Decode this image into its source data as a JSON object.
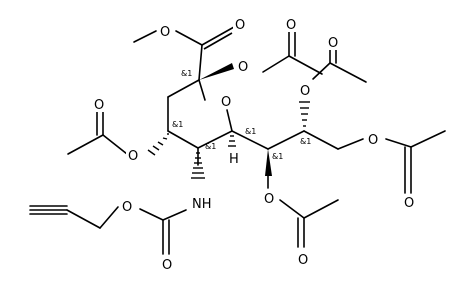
{
  "atoms": {
    "ring_oxygen": "O",
    "ester_o_methyl": "O",
    "ester_carbonyl_o": "O",
    "c2_acetoxy_o": "O",
    "c2_acetyl_carbonyl_o": "O",
    "c4_acetoxy_o": "O",
    "c4_acetyl_carbonyl_o": "O",
    "c8_acetoxy_o": "O",
    "c8_acetyl_carbonyl_o": "O",
    "c9_acetoxy_o": "O",
    "c9_acetyl_carbonyl_o": "O",
    "c7_acetoxy_o": "O",
    "c7_acetyl_carbonyl_o": "O",
    "amide_nh": "NH",
    "carbamate_o": "O",
    "carbamate_carbonyl_o": "O",
    "c6_hydrogen": "H"
  },
  "stereo_label": "&1"
}
